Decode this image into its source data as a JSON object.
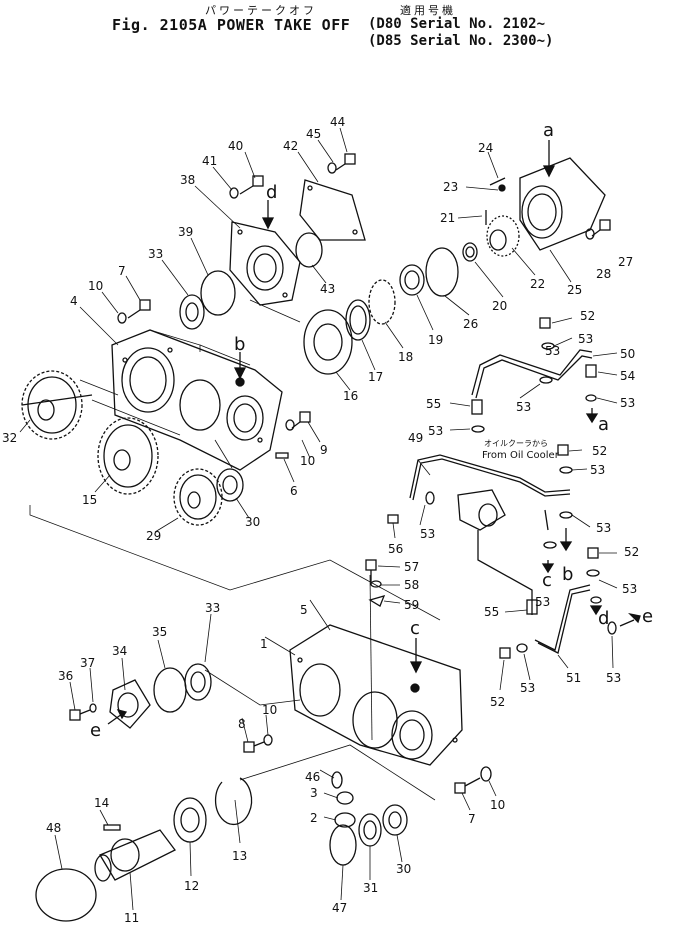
{
  "header": {
    "kana_title": "パワーテークオフ",
    "kana_applicable": "適用号機",
    "title": "Fig. 2105A  POWER TAKE OFF",
    "serial_d80": "(D80 Serial No. 2102~",
    "serial_d85": "(D85 Serial No. 2300~)"
  },
  "parts": [
    "1",
    "2",
    "3",
    "4",
    "5",
    "6",
    "7",
    "7",
    "8",
    "9",
    "10",
    "10",
    "10",
    "10",
    "11",
    "12",
    "13",
    "14",
    "15",
    "16",
    "17",
    "18",
    "19",
    "20",
    "21",
    "22",
    "23",
    "24",
    "25",
    "26",
    "27",
    "28",
    "29",
    "30",
    "30",
    "31",
    "32",
    "33",
    "33",
    "34",
    "35",
    "36",
    "37",
    "38",
    "39",
    "40",
    "41",
    "42",
    "43",
    "44",
    "45",
    "46",
    "47",
    "48",
    "49",
    "50",
    "51",
    "52",
    "52",
    "52",
    "52",
    "53",
    "53",
    "53",
    "53",
    "53",
    "53",
    "53",
    "53",
    "53",
    "53",
    "53",
    "53",
    "54",
    "55",
    "55",
    "56",
    "57",
    "58",
    "59"
  ],
  "refs": {
    "a": "a",
    "b": "b",
    "c": "c",
    "d": "d",
    "e": "e"
  },
  "notes": {
    "oil_cooler_jp": "オイルクーラから",
    "oil_cooler_en": "From Oil Cooler"
  }
}
